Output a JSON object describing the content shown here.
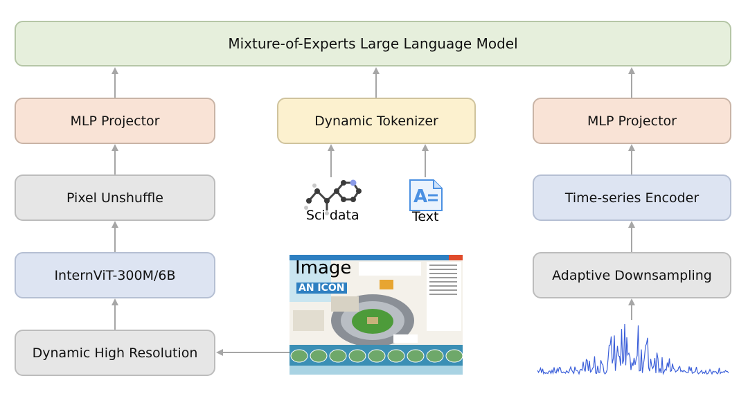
{
  "top": {
    "label": "Mixture-of-Experts Large Language Model"
  },
  "vision": {
    "projector": "MLP Projector",
    "unshuffle": "Pixel Unshuffle",
    "encoder": "InternViT-300M/6B",
    "resolution": "Dynamic High Resolution"
  },
  "center": {
    "tokenizer": "Dynamic Tokenizer",
    "sci_label": "Sci data",
    "text_label": "Text",
    "image_label": "Image",
    "thumb_headline": "AN ICON"
  },
  "timeseries": {
    "projector": "MLP Projector",
    "encoder": "Time-series Encoder",
    "downsampling": "Adaptive Downsampling"
  },
  "colors": {
    "green": "#e6efdc",
    "orange": "#f9e3d6",
    "yellow": "#fcf1cf",
    "gray": "#e6e6e6",
    "blue": "#dde4f2",
    "arrow": "#a6a6a6",
    "signal": "#3b5fd9",
    "doc_icon": "#4a90e2"
  },
  "icons": [
    "molecule-icon",
    "text-document-icon",
    "image-thumbnail",
    "time-series-signal"
  ]
}
